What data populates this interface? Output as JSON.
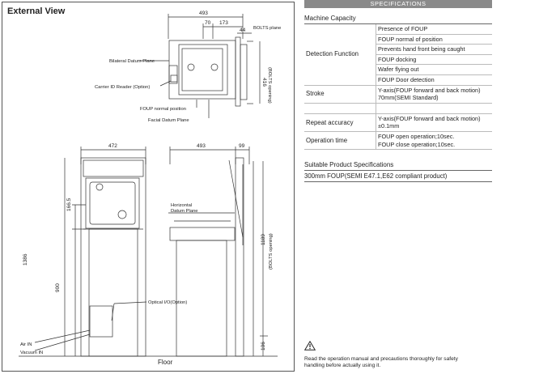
{
  "external_view": {
    "title": "External View",
    "floor_label": "Floor",
    "labels": {
      "bolts_plane": "BOLTS plane",
      "bilateral_datum": "Bilateral Datum Plane",
      "carrier_id": "Carrier ID Reader (Option)",
      "foup_normal": "FOUP normal position",
      "facial_datum": "Facial Datum Plane",
      "horizontal_datum_1": "Horizontal",
      "horizontal_datum_2": "Datum Plane",
      "optical_io": "Optical I/O(Option)",
      "air_in": "Air IN",
      "vacuum_in": "Vacuum IN"
    },
    "dims": {
      "top_493": "493",
      "top_70": "70",
      "top_173": "173",
      "top_44": "44",
      "right_416": "416",
      "right_416_sub": "(BOLTS opening)",
      "front_472": "472",
      "side_493": "493",
      "side_99": "99",
      "h_166": "166.5",
      "h_1386": "1386",
      "h_900": "900",
      "h_1189": "1189",
      "h_1189_sub": "(BOLTS opening)",
      "h_106": "106"
    }
  },
  "specs": {
    "header": "SPECIFICATIONS",
    "machine_capacity": "Machine Capacity",
    "rows": {
      "detection_function": "Detection Function",
      "det_1": "Presence of FOUP",
      "det_2": "FOUP normal of position",
      "det_3": "Prevents hand front being caught",
      "det_4": "FOUP docking",
      "det_5": "Wafer flying out",
      "det_6": "FOUP Door detection",
      "stroke": "Stroke",
      "stroke_1": "Y-axis(FOUP forward and back motion)",
      "stroke_2": "70mm(SEMI Standard)",
      "repeat_accuracy": "Repeat accuracy",
      "repeat_1": "Y-axis(FOUP forward and back motion)",
      "repeat_2": "±0.1mm",
      "operation_time": "Operation time",
      "op_1": "FOUP open operation;10sec.",
      "op_2": "FOUP close operation;10sec."
    },
    "suitable_title": "Suitable Product Specifications",
    "suitable_text": "300mm FOUP(SEMI E47.1,E62 compliant product)"
  },
  "warning": {
    "icon": "warning-triangle-icon",
    "line1": "Read the operation manual and precautions thoroughly for safety",
    "line2": "handling before actually using it."
  }
}
